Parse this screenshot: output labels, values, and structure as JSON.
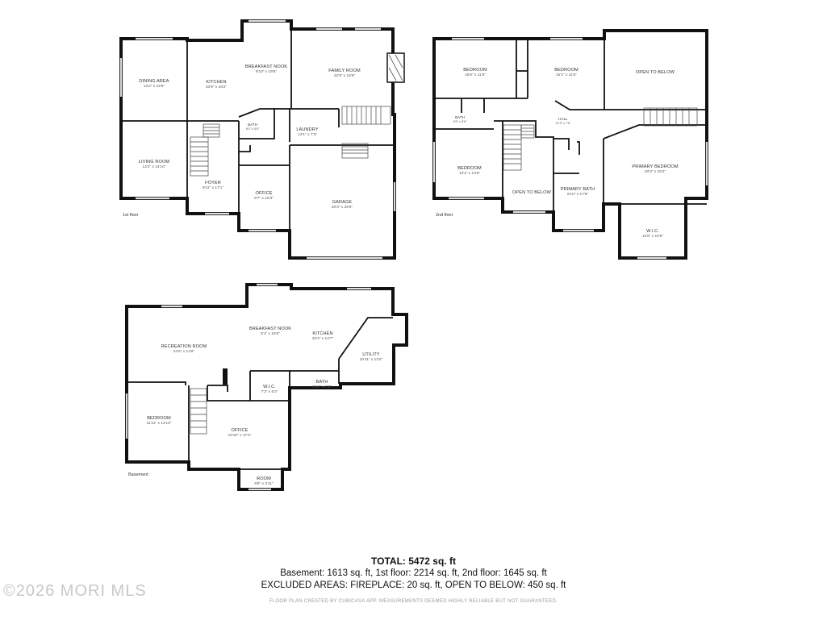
{
  "floors": {
    "first": {
      "label": "1st floor",
      "rooms": {
        "dining": {
          "name": "DINING AREA",
          "dims": "13'2\" x 15'9\""
        },
        "kitchen": {
          "name": "KITCHEN",
          "dims": "10'9\" x 16'2\""
        },
        "nook": {
          "name": "BREAKFAST NOOK",
          "dims": "9'10\" x 19'5\""
        },
        "family": {
          "name": "FAMILY ROOM",
          "dims": "22'9\" x 15'9\""
        },
        "bath": {
          "name": "BATH",
          "dims": "6'0\" x 5'6\""
        },
        "laundry": {
          "name": "LAUNDRY",
          "dims": "13'1\" x 7'3\""
        },
        "living": {
          "name": "LIVING ROOM",
          "dims": "13'2\" x 14'10\""
        },
        "foyer": {
          "name": "FOYER",
          "dims": "9'11\" x 17'1\""
        },
        "office": {
          "name": "OFFICE",
          "dims": "9'7\" x 15'3\""
        },
        "garage": {
          "name": "GARAGE",
          "dims": "20'3\" x 25'9\""
        }
      }
    },
    "second": {
      "label": "2nd floor",
      "rooms": {
        "bed1": {
          "name": "BEDROOM",
          "dims": "15'8\" x 11'6\""
        },
        "bed2": {
          "name": "BEDROOM",
          "dims": "15'2\" x 11'6\""
        },
        "otb1": {
          "name": "OPEN TO BELOW",
          "dims": ""
        },
        "bath": {
          "name": "BATH",
          "dims": "5'6\" x 5'8\""
        },
        "hall": {
          "name": "HALL",
          "dims": "31'3\" x 7'6\""
        },
        "bed3": {
          "name": "BEDROOM",
          "dims": "13'2\" x 13'6\""
        },
        "otb2": {
          "name": "OPEN TO BELOW",
          "dims": ""
        },
        "pbath": {
          "name": "PRIMARY BATH",
          "dims": "9'10\" x 17'8\""
        },
        "pbed": {
          "name": "PRIMARY BEDROOM",
          "dims": "20'3\" x 15'2\""
        },
        "wic": {
          "name": "W.I.C.",
          "dims": "12'8\" x 10'5\""
        }
      }
    },
    "basement": {
      "label": "Basement",
      "rooms": {
        "nook": {
          "name": "BREAKFAST NOOK",
          "dims": "8'1\" x 16'6\""
        },
        "kitchen": {
          "name": "KITCHEN",
          "dims": "20'4\" x 14'7\""
        },
        "rec": {
          "name": "RECREATION ROOM",
          "dims": "24'5\" x 14'9\""
        },
        "utility": {
          "name": "UTILITY",
          "dims": "10'11\" x 13'2\""
        },
        "wic": {
          "name": "W.I.C.",
          "dims": "7'3\" x 6'2\""
        },
        "bath": {
          "name": "BATH",
          "dims": "9'10\" x 7'3\""
        },
        "bed": {
          "name": "BEDROOM",
          "dims": "11'11\" x 14'10\""
        },
        "office": {
          "name": "OFFICE",
          "dims": "19'10\" x 17'4\""
        },
        "room": {
          "name": "ROOM",
          "dims": "9'8\" x 3'11\""
        }
      }
    }
  },
  "summary": {
    "total": "TOTAL: 5472 sq. ft",
    "breakdown": "Basement: 1613 sq. ft, 1st floor: 2214 sq. ft, 2nd floor: 1645 sq. ft",
    "excluded": "EXCLUDED AREAS: FIREPLACE: 20 sq. ft, OPEN TO BELOW: 450 sq. ft",
    "disclaimer": "FLOOR PLAN CREATED BY CUBICASA APP. MEASUREMENTS DEEMED HIGHLY RELIABLE BUT NOT GUARANTEED."
  },
  "watermark": "©2026 MORI MLS"
}
